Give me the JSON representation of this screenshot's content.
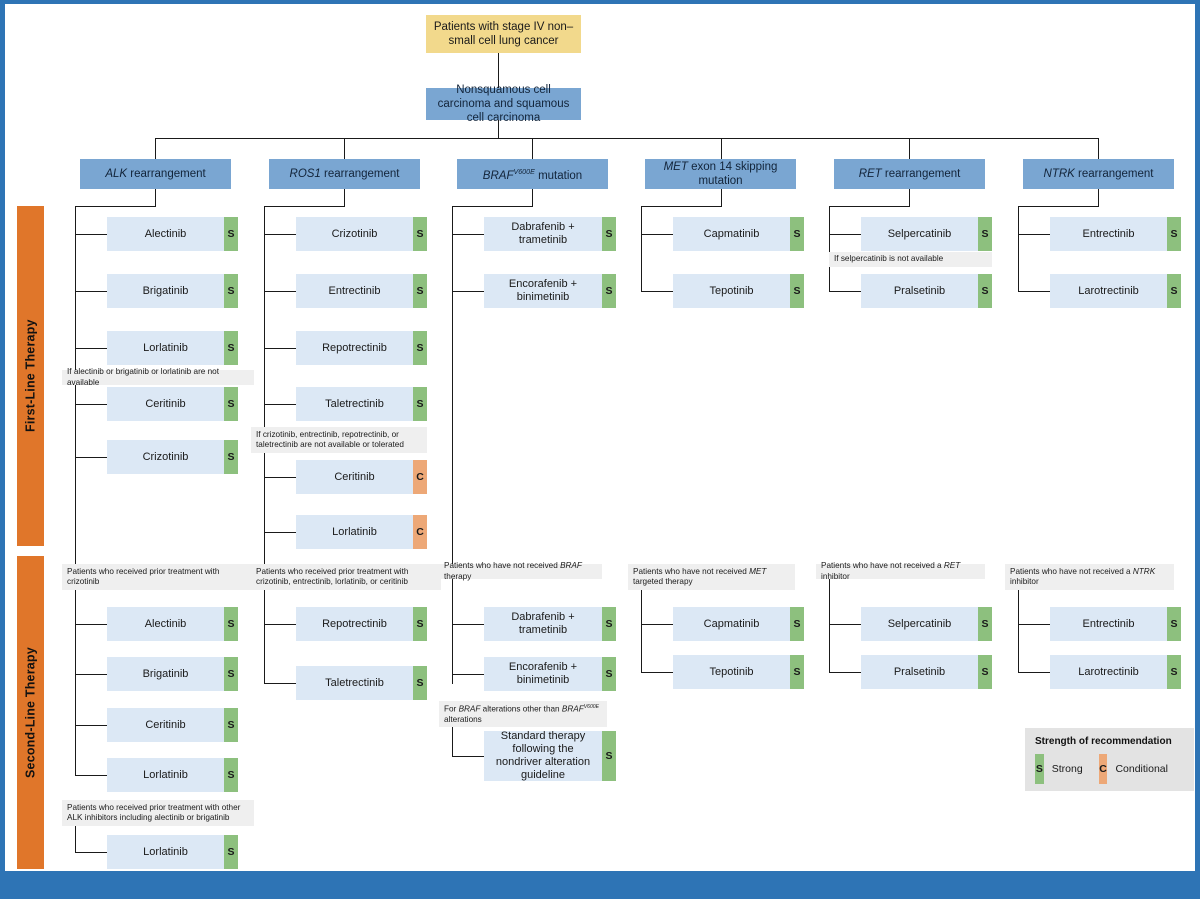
{
  "diagram": {
    "title": "Stage IV NSCLC driver alteration treatment algorithm",
    "colors": {
      "frame": "#2e74b5",
      "top_box": "#f2d98c",
      "gene_box": "#7aa6d2",
      "drug_box": "#dce8f5",
      "strong": "#8dc07e",
      "conditional": "#eda877",
      "note": "#efefef",
      "phase_bar": "#e0762a",
      "legend_bg": "#e3e3e3"
    },
    "root": "Patients with stage IV non–small cell lung cancer",
    "histology": "Nonsquamous cell carcinoma and squamous cell carcinoma",
    "phases": {
      "first": "First-Line Therapy",
      "second": "Second-Line Therapy"
    },
    "legend": {
      "title": "Strength of recommendation",
      "strong_letter": "S",
      "strong_label": "Strong",
      "conditional_letter": "C",
      "conditional_label": "Conditional"
    },
    "columns": [
      {
        "id": "alk",
        "gene": "ALK",
        "gene_suffix": " rearrangement",
        "first_line": [
          {
            "drug": "Alectinib",
            "strength": "S"
          },
          {
            "drug": "Brigatinib",
            "strength": "S"
          },
          {
            "drug": "Lorlatinib",
            "strength": "S"
          }
        ],
        "first_note": "If alectinib or brigatinib or lorlatinib are not available",
        "first_line_alt": [
          {
            "drug": "Ceritinib",
            "strength": "S"
          },
          {
            "drug": "Crizotinib",
            "strength": "S"
          }
        ],
        "second_note": "Patients who received prior treatment with crizotinib",
        "second_line": [
          {
            "drug": "Alectinib",
            "strength": "S"
          },
          {
            "drug": "Brigatinib",
            "strength": "S"
          },
          {
            "drug": "Ceritinib",
            "strength": "S"
          },
          {
            "drug": "Lorlatinib",
            "strength": "S"
          }
        ],
        "second_note_2": "Patients who received prior treatment with other ALK inhibitors including alectinib or brigatinib",
        "second_line_2": [
          {
            "drug": "Lorlatinib",
            "strength": "S"
          }
        ]
      },
      {
        "id": "ros1",
        "gene": "ROS1",
        "gene_suffix": " rearrangement",
        "first_line": [
          {
            "drug": "Crizotinib",
            "strength": "S"
          },
          {
            "drug": "Entrectinib",
            "strength": "S"
          },
          {
            "drug": "Repotrectinib",
            "strength": "S"
          },
          {
            "drug": "Taletrectinib",
            "strength": "S"
          }
        ],
        "first_note": "If crizotinib, entrectinib, repotrectinib, or taletrectinib are not available or tolerated",
        "first_line_alt": [
          {
            "drug": "Ceritinib",
            "strength": "C"
          },
          {
            "drug": "Lorlatinib",
            "strength": "C"
          }
        ],
        "second_note": "Patients who received prior treatment with crizotinib, entrectinib, lorlatinib, or ceritinib",
        "second_line": [
          {
            "drug": "Repotrectinib",
            "strength": "S"
          },
          {
            "drug": "Taletrectinib",
            "strength": "S"
          }
        ]
      },
      {
        "id": "braf",
        "gene": "BRAF",
        "gene_sup": "V600E",
        "gene_suffix": " mutation",
        "first_line": [
          {
            "drug": "Dabrafenib + trametinib",
            "strength": "S"
          },
          {
            "drug": "Encorafenib + binimetinib",
            "strength": "S"
          }
        ],
        "second_note": "Patients who have not received BRAF therapy",
        "second_note_italic": "BRAF",
        "second_line": [
          {
            "drug": "Dabrafenib + trametinib",
            "strength": "S"
          },
          {
            "drug": "Encorafenib + binimetinib",
            "strength": "S"
          }
        ],
        "second_note_2": "For BRAF alterations other than BRAFV600E alterations",
        "second_line_2": [
          {
            "drug": "Standard therapy following the nondriver alteration guideline",
            "strength": "S"
          }
        ]
      },
      {
        "id": "met",
        "gene": "MET",
        "gene_suffix": " exon 14 skipping mutation",
        "first_line": [
          {
            "drug": "Capmatinib",
            "strength": "S"
          },
          {
            "drug": "Tepotinib",
            "strength": "S"
          }
        ],
        "second_note": "Patients who have not received MET targeted therapy",
        "second_line": [
          {
            "drug": "Capmatinib",
            "strength": "S"
          },
          {
            "drug": "Tepotinib",
            "strength": "S"
          }
        ]
      },
      {
        "id": "ret",
        "gene": "RET",
        "gene_suffix": " rearrangement",
        "first_line": [
          {
            "drug": "Selpercatinib",
            "strength": "S"
          }
        ],
        "first_note": "If selpercatinib is not available",
        "first_line_alt": [
          {
            "drug": "Pralsetinib",
            "strength": "S"
          }
        ],
        "second_note": "Patients who have not received a RET inhibitor",
        "second_line": [
          {
            "drug": "Selpercatinib",
            "strength": "S"
          },
          {
            "drug": "Pralsetinib",
            "strength": "S"
          }
        ]
      },
      {
        "id": "ntrk",
        "gene": "NTRK",
        "gene_suffix": " rearrangement",
        "first_line": [
          {
            "drug": "Entrectinib",
            "strength": "S"
          },
          {
            "drug": "Larotrectinib",
            "strength": "S"
          }
        ],
        "second_note": "Patients who have not received a NTRK inhibitor",
        "second_line": [
          {
            "drug": "Entrectinib",
            "strength": "S"
          },
          {
            "drug": "Larotrectinib",
            "strength": "S"
          }
        ]
      }
    ]
  }
}
